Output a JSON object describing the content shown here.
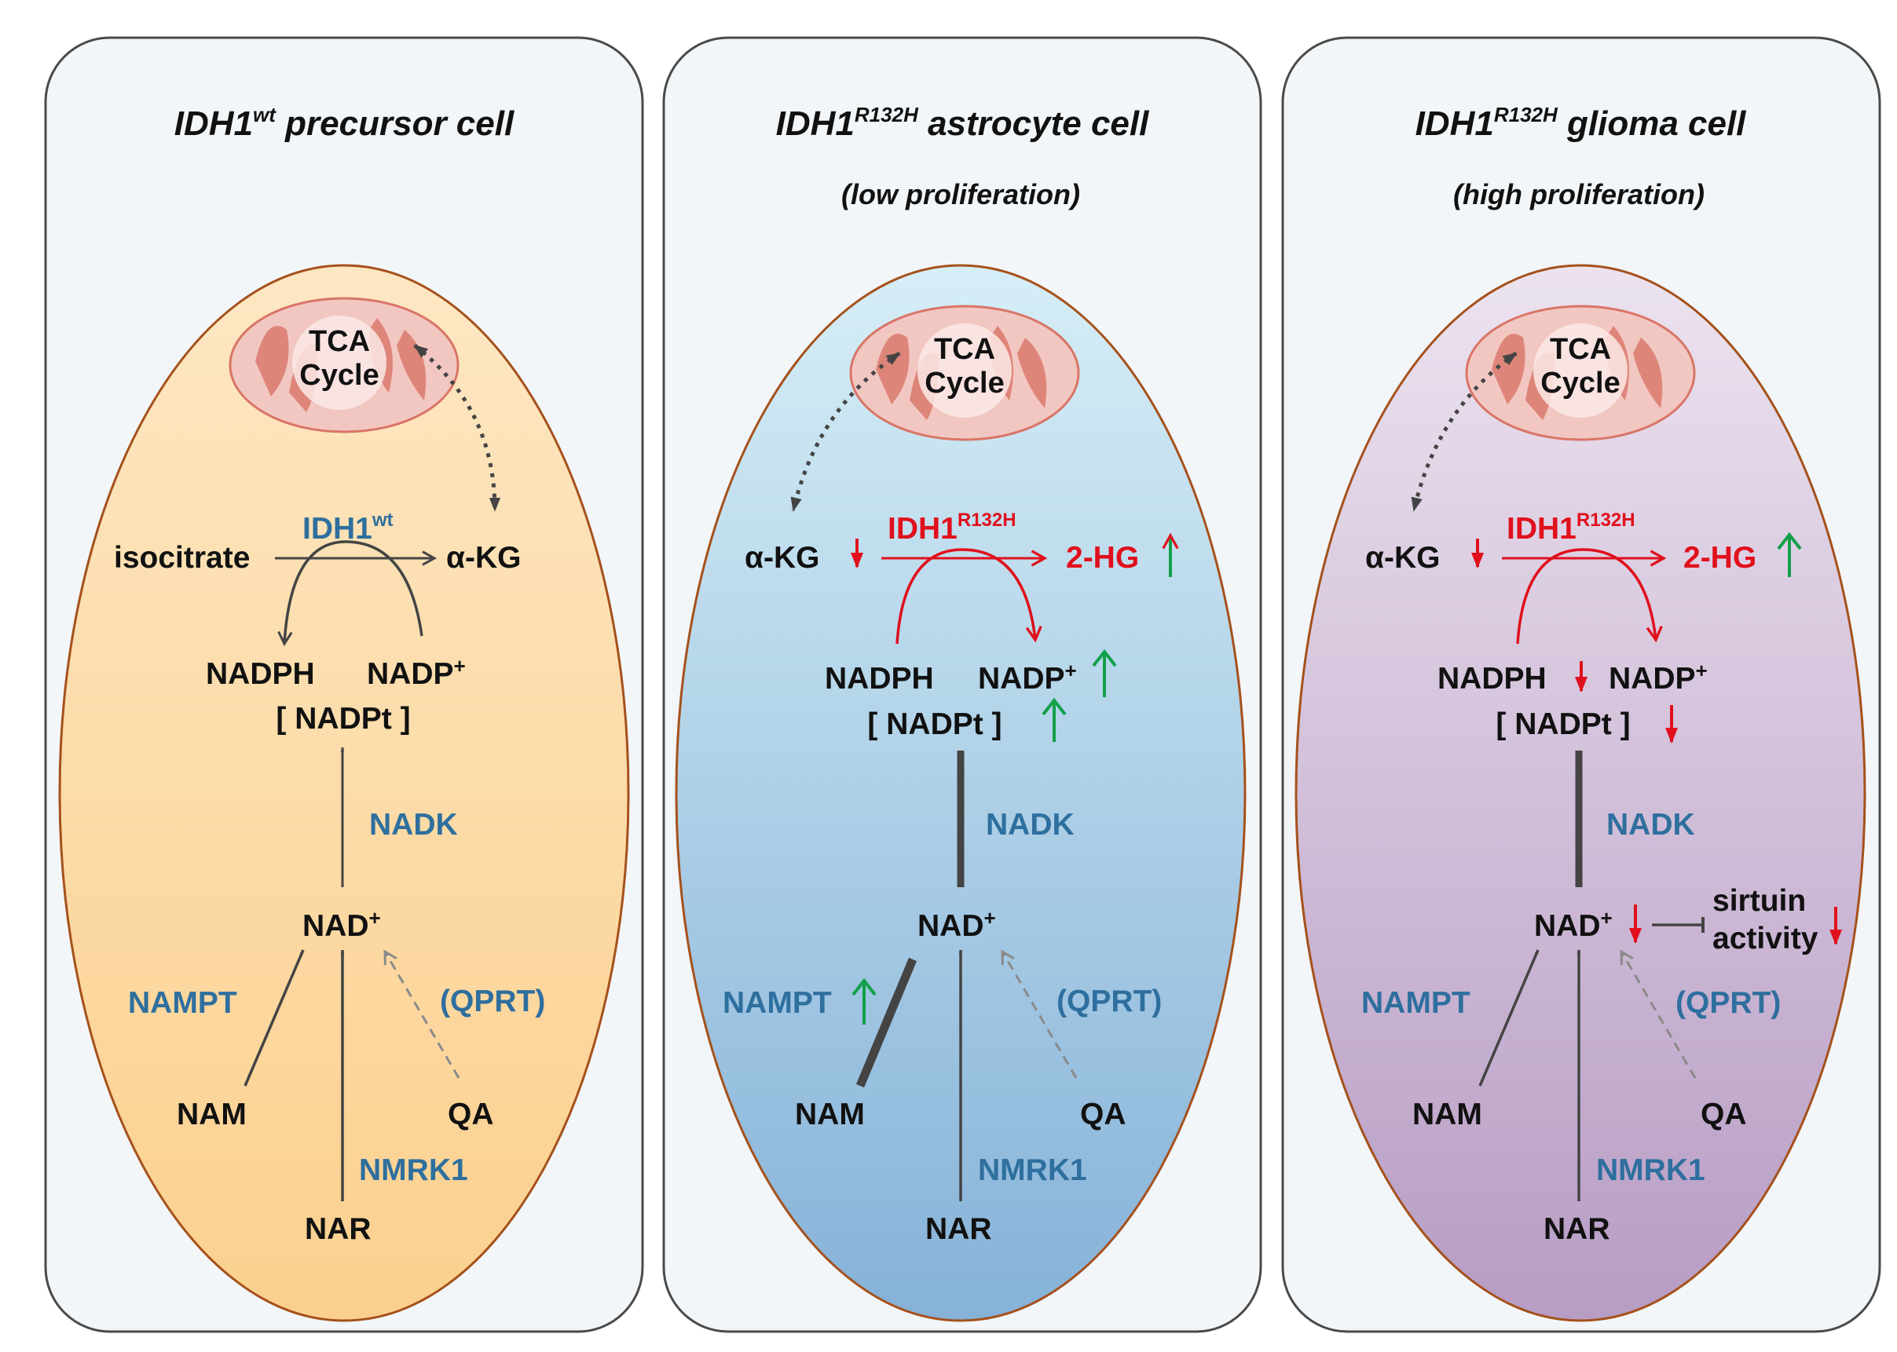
{
  "colors": {
    "panel_bg": "#f2f6f9",
    "panel_border": "#4a4a4a",
    "cell_border": "#a5511c",
    "enzyme_text": "#2e6f9e",
    "mutant_red": "#e0101c",
    "up_green": "#12a04a",
    "down_red": "#e0101c",
    "arrow_grey": "#444444",
    "mito_fill": "#f2c7c1",
    "mito_cristae": "#de8579"
  },
  "icons": {
    "mitochondrion": "mitochondrion-icon",
    "up": "up-arrow-icon",
    "down": "down-arrow-icon"
  },
  "panels": [
    {
      "id": "precursor",
      "title_main": "IDH1",
      "title_sup": "wt",
      "title_rest": " precursor cell",
      "subtitle": "",
      "cell_gradient": [
        "#fde7c3",
        "#fbd08e"
      ],
      "tca_line1": "TCA",
      "tca_line2": "Cycle",
      "substrate": "isocitrate",
      "product": "α-KG",
      "enzyme_main": "IDH1",
      "enzyme_sup": "wt",
      "cofactor_reduced": "NADPH",
      "cofactor_oxidized_main": "NADP",
      "cofactor_oxidized_sup": "+",
      "pool": "[ NADPt ]",
      "nadk": "NADK",
      "nad_main": "NAD",
      "nad_sup": "+",
      "nampt": "NAMPT",
      "qprt": "(QPRT)",
      "nam": "NAM",
      "qa": "QA",
      "nmrk1": "NMRK1",
      "nar": "NAR"
    },
    {
      "id": "astrocyte",
      "title_main": "IDH1",
      "title_sup": "R132H",
      "title_rest": " astrocyte cell",
      "subtitle": "(low proliferation)",
      "cell_gradient": [
        "#d6eef6",
        "#86b2d8"
      ],
      "tca_line1": "TCA",
      "tca_line2": "Cycle",
      "substrate": "α-KG",
      "product": "2-HG",
      "enzyme_main": "IDH1",
      "enzyme_sup": "R132H",
      "cofactor_reduced": "NADPH",
      "cofactor_oxidized_main": "NADP",
      "cofactor_oxidized_sup": "+",
      "pool": "[ NADPt ]",
      "nadk": "NADK",
      "nad_main": "NAD",
      "nad_sup": "+",
      "nampt": "NAMPT",
      "qprt": "(QPRT)",
      "nam": "NAM",
      "qa": "QA",
      "nmrk1": "NMRK1",
      "nar": "NAR"
    },
    {
      "id": "glioma",
      "title_main": "IDH1",
      "title_sup": "R132H",
      "title_rest": " glioma cell",
      "subtitle": "(high proliferation)",
      "cell_gradient": [
        "#ece3ef",
        "#b79cc4"
      ],
      "tca_line1": "TCA",
      "tca_line2": "Cycle",
      "substrate": "α-KG",
      "product": "2-HG",
      "enzyme_main": "IDH1",
      "enzyme_sup": "R132H",
      "cofactor_reduced": "NADPH",
      "cofactor_oxidized_main": "NADP",
      "cofactor_oxidized_sup": "+",
      "pool": "[ NADPt ]",
      "nadk": "NADK",
      "nad_main": "NAD",
      "nad_sup": "+",
      "nampt": "NAMPT",
      "qprt": "(QPRT)",
      "nam": "NAM",
      "qa": "QA",
      "nmrk1": "NMRK1",
      "nar": "NAR",
      "sirtuin_line1": "sirtuin",
      "sirtuin_line2": "activity"
    }
  ]
}
